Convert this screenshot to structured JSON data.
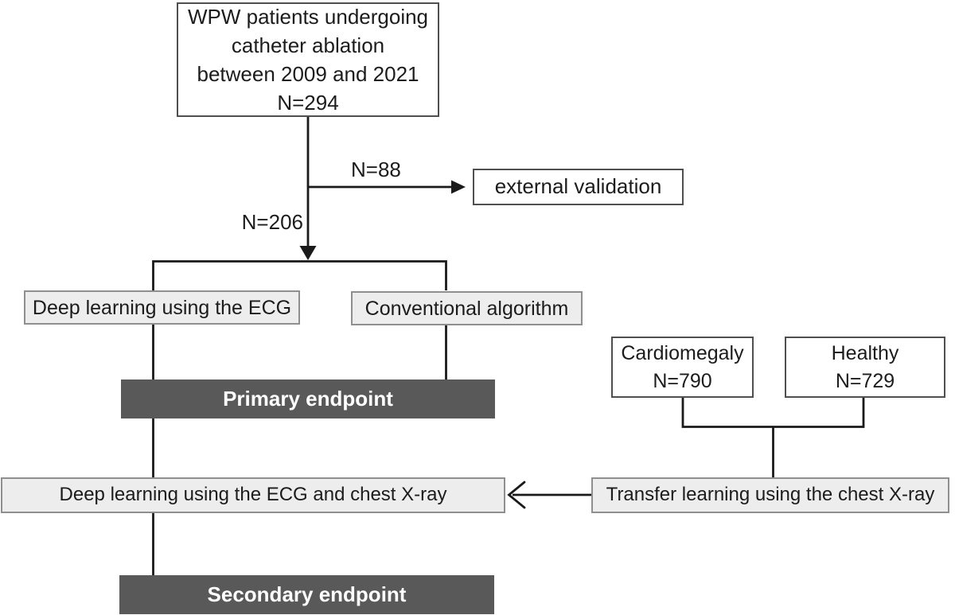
{
  "theme": {
    "canvas-bg": "#ffffff",
    "text": "#1c1c1c",
    "line": "#1a1a1a",
    "box-white-bg": "#ffffff",
    "box-white-border": "#4f4f4f",
    "box-gray-bg": "#ededed",
    "box-gray-border": "#8f8f8f",
    "box-dark-bg": "#595959",
    "box-dark-text": "#ffffff"
  },
  "nodes": {
    "wpw": {
      "lines": {
        "0": "WPW patients undergoing",
        "1": "catheter ablation",
        "2": "between 2009 and 2021",
        "3": "N=294"
      }
    },
    "external_validation": {
      "label": "external validation"
    },
    "dl_ecg": {
      "label": "Deep learning using the ECG"
    },
    "conventional": {
      "label": "Conventional algorithm"
    },
    "primary": {
      "label": "Primary endpoint"
    },
    "cardiomegaly": {
      "lines": {
        "0": "Cardiomegaly",
        "1": "N=790"
      }
    },
    "healthy": {
      "lines": {
        "0": "Healthy",
        "1": "N=729"
      }
    },
    "dl_ecg_cxr": {
      "label": "Deep learning using the ECG and chest X-ray"
    },
    "transfer": {
      "label": "Transfer learning using the chest X-ray"
    },
    "secondary": {
      "label": "Secondary endpoint"
    }
  },
  "edge_labels": {
    "n88": "N=88",
    "n206": "N=206"
  }
}
